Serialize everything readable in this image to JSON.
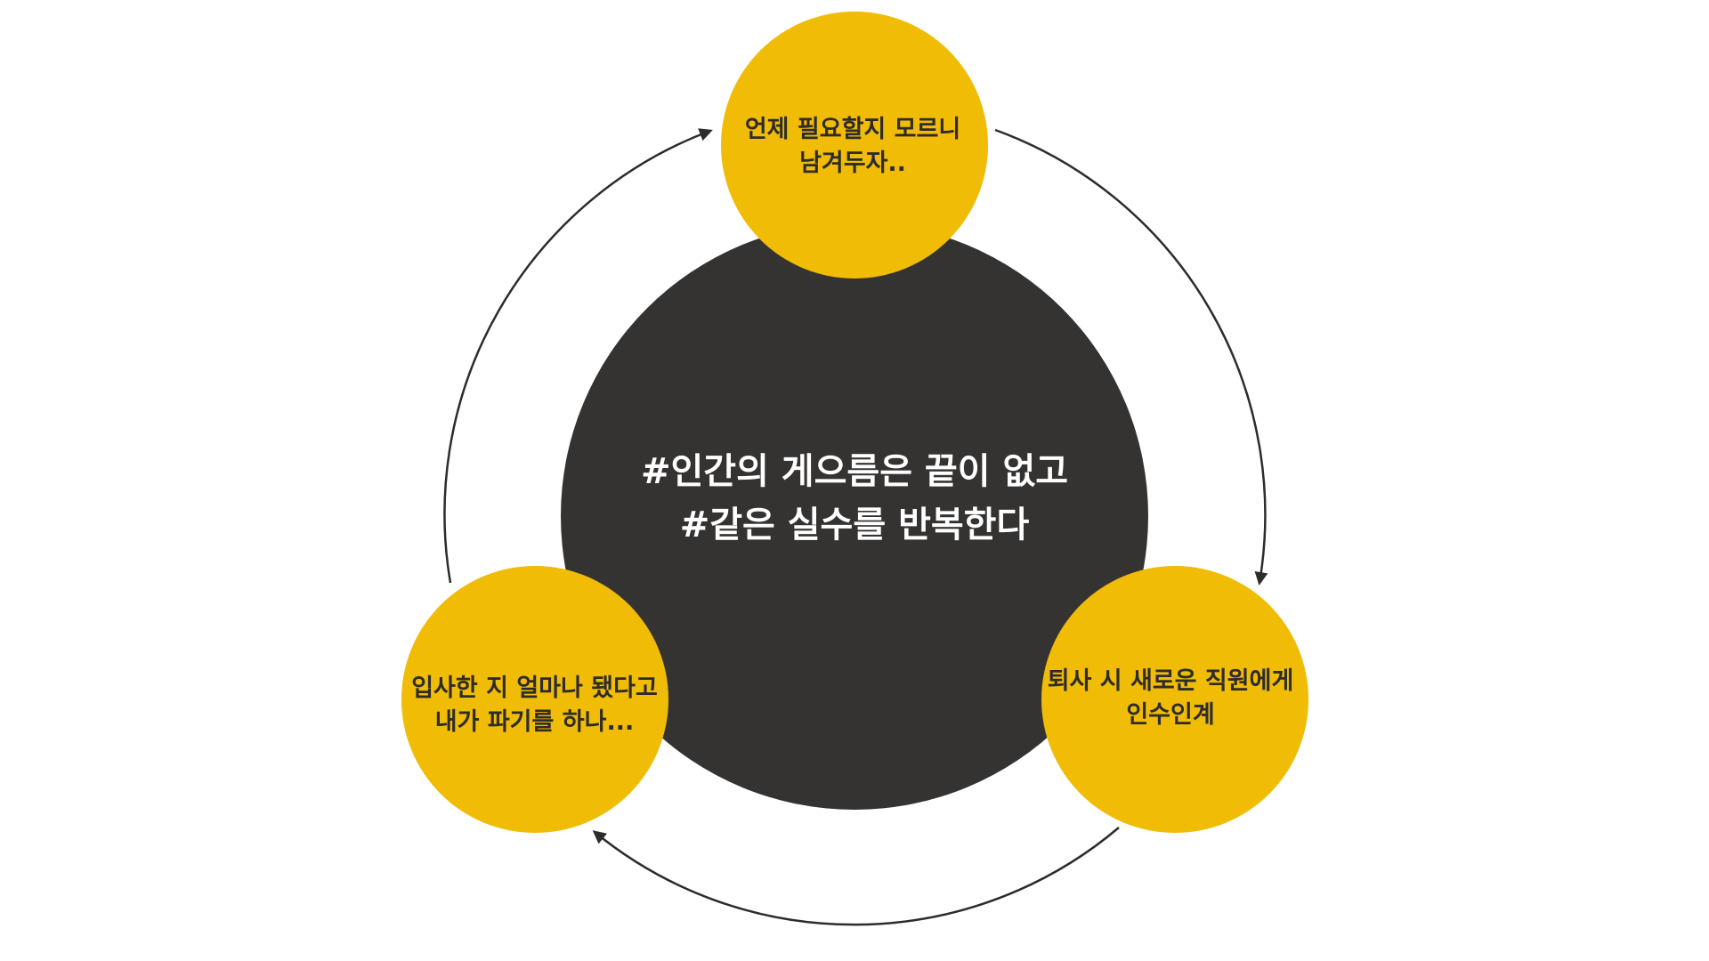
{
  "colors": {
    "center_fill": "#353332",
    "node_fill": "#f0bc05",
    "arrow_stroke": "#2e2c2b",
    "center_text": "#ffffff",
    "node_text": "#2e2c2b",
    "background": "#ffffff"
  },
  "center": {
    "lines": [
      "#인간의 게으름은 끝이 없고",
      "#같은 실수를 반복한다"
    ]
  },
  "nodes": {
    "top": {
      "lines": [
        "언제 필요할지 모르니",
        "남겨두자.."
      ]
    },
    "right": {
      "lines": [
        "퇴사 시 새로운 직원에게",
        "인수인계"
      ]
    },
    "left": {
      "lines": [
        "입사한 지 얼마나 됐다고",
        "내가 파기를 하나..."
      ]
    }
  }
}
